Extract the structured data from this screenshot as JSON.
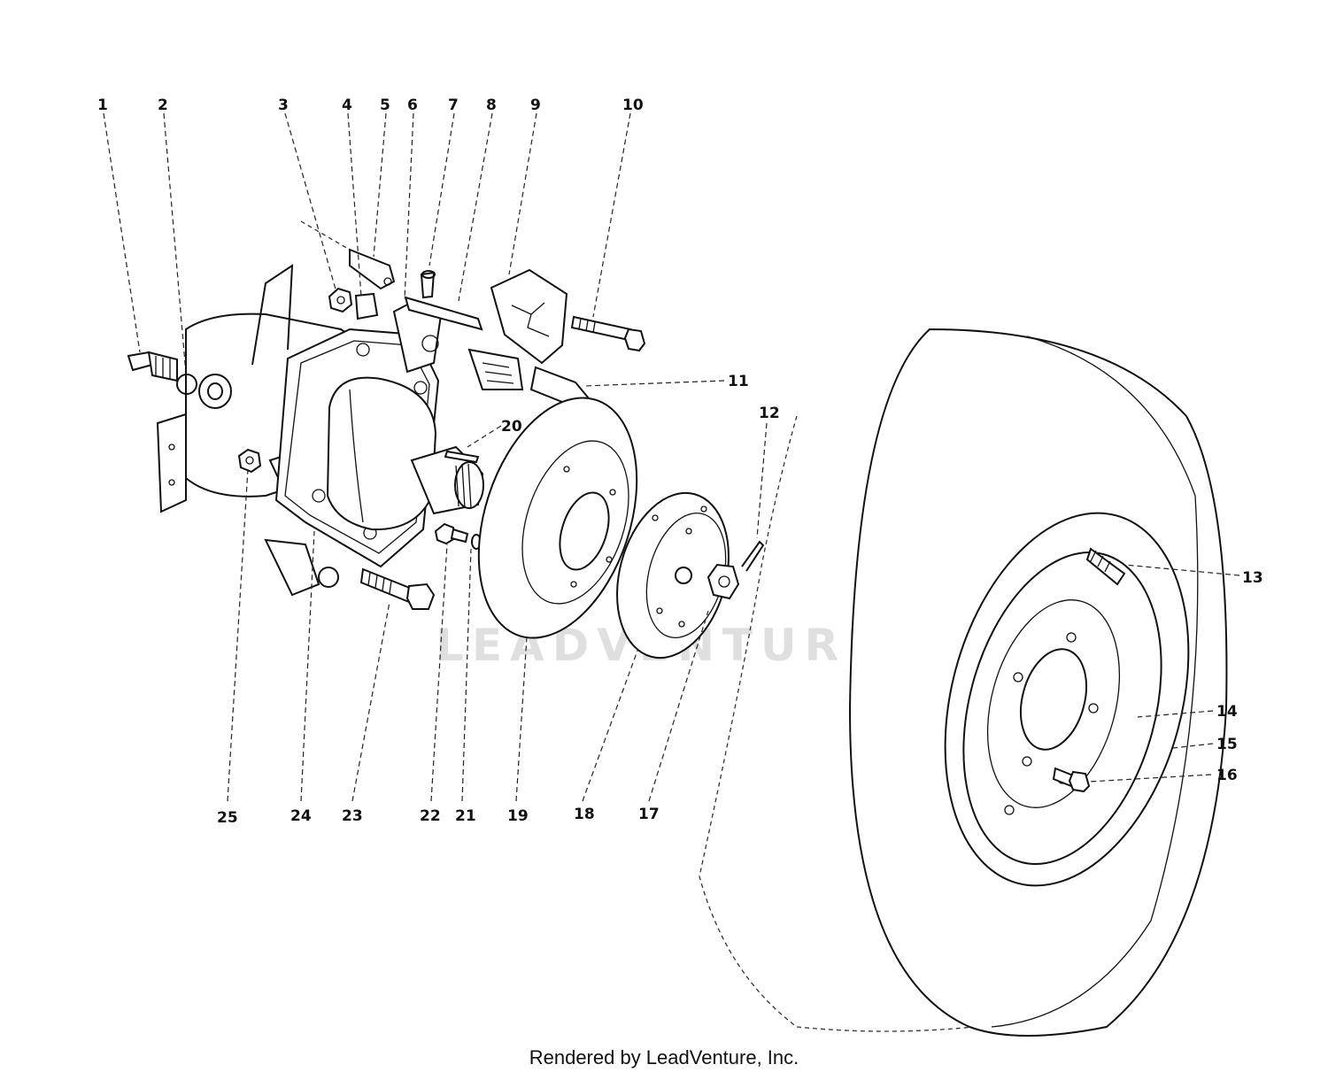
{
  "diagram": {
    "labels": [
      "1",
      "2",
      "3",
      "4",
      "5",
      "6",
      "7",
      "8",
      "9",
      "10",
      "11",
      "12",
      "13",
      "14",
      "15",
      "16",
      "17",
      "18",
      "19",
      "20",
      "21",
      "22",
      "23",
      "24",
      "25"
    ]
  },
  "watermark": {
    "text": "LEADVENTURE"
  },
  "footer": {
    "credit": "Rendered by LeadVenture, Inc."
  },
  "colors": {
    "ink": "#111111",
    "watermark": "#d8d8d8",
    "background": "#ffffff"
  }
}
